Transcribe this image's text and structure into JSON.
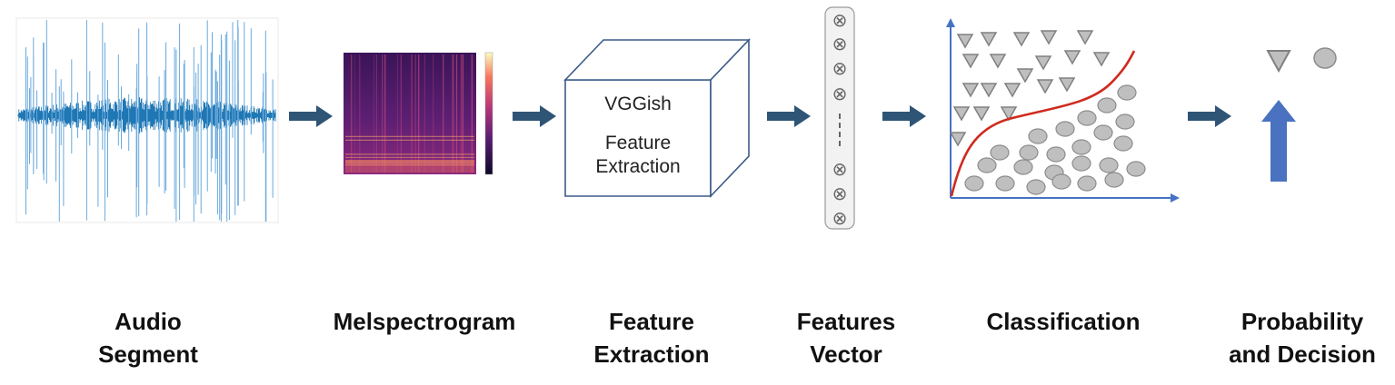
{
  "pipeline": {
    "stages": [
      {
        "id": "audio",
        "label_line1": "Audio",
        "label_line2": "Segment"
      },
      {
        "id": "mel",
        "label_line1": "Melspectrogram",
        "label_line2": ""
      },
      {
        "id": "extract",
        "label_line1": "Feature",
        "label_line2": "Extraction"
      },
      {
        "id": "vector",
        "label_line1": "Features",
        "label_line2": "Vector"
      },
      {
        "id": "classify",
        "label_line1": "Classification",
        "label_line2": ""
      },
      {
        "id": "decision",
        "label_line1": "Probability",
        "label_line2": "and Decision"
      }
    ],
    "vggish_box": {
      "title": "VGGish",
      "line1": "Feature",
      "line2": "Extraction"
    },
    "vector_glyph": "⊗",
    "colors": {
      "arrow": "#2f5576",
      "waveform": "#1f77b4",
      "curve": "#d02a1e",
      "axis": "#4472c4",
      "marker_fill": "#bfbfbf",
      "marker_stroke": "#8c8c8c",
      "up_arrow": "#4a72c0"
    }
  }
}
